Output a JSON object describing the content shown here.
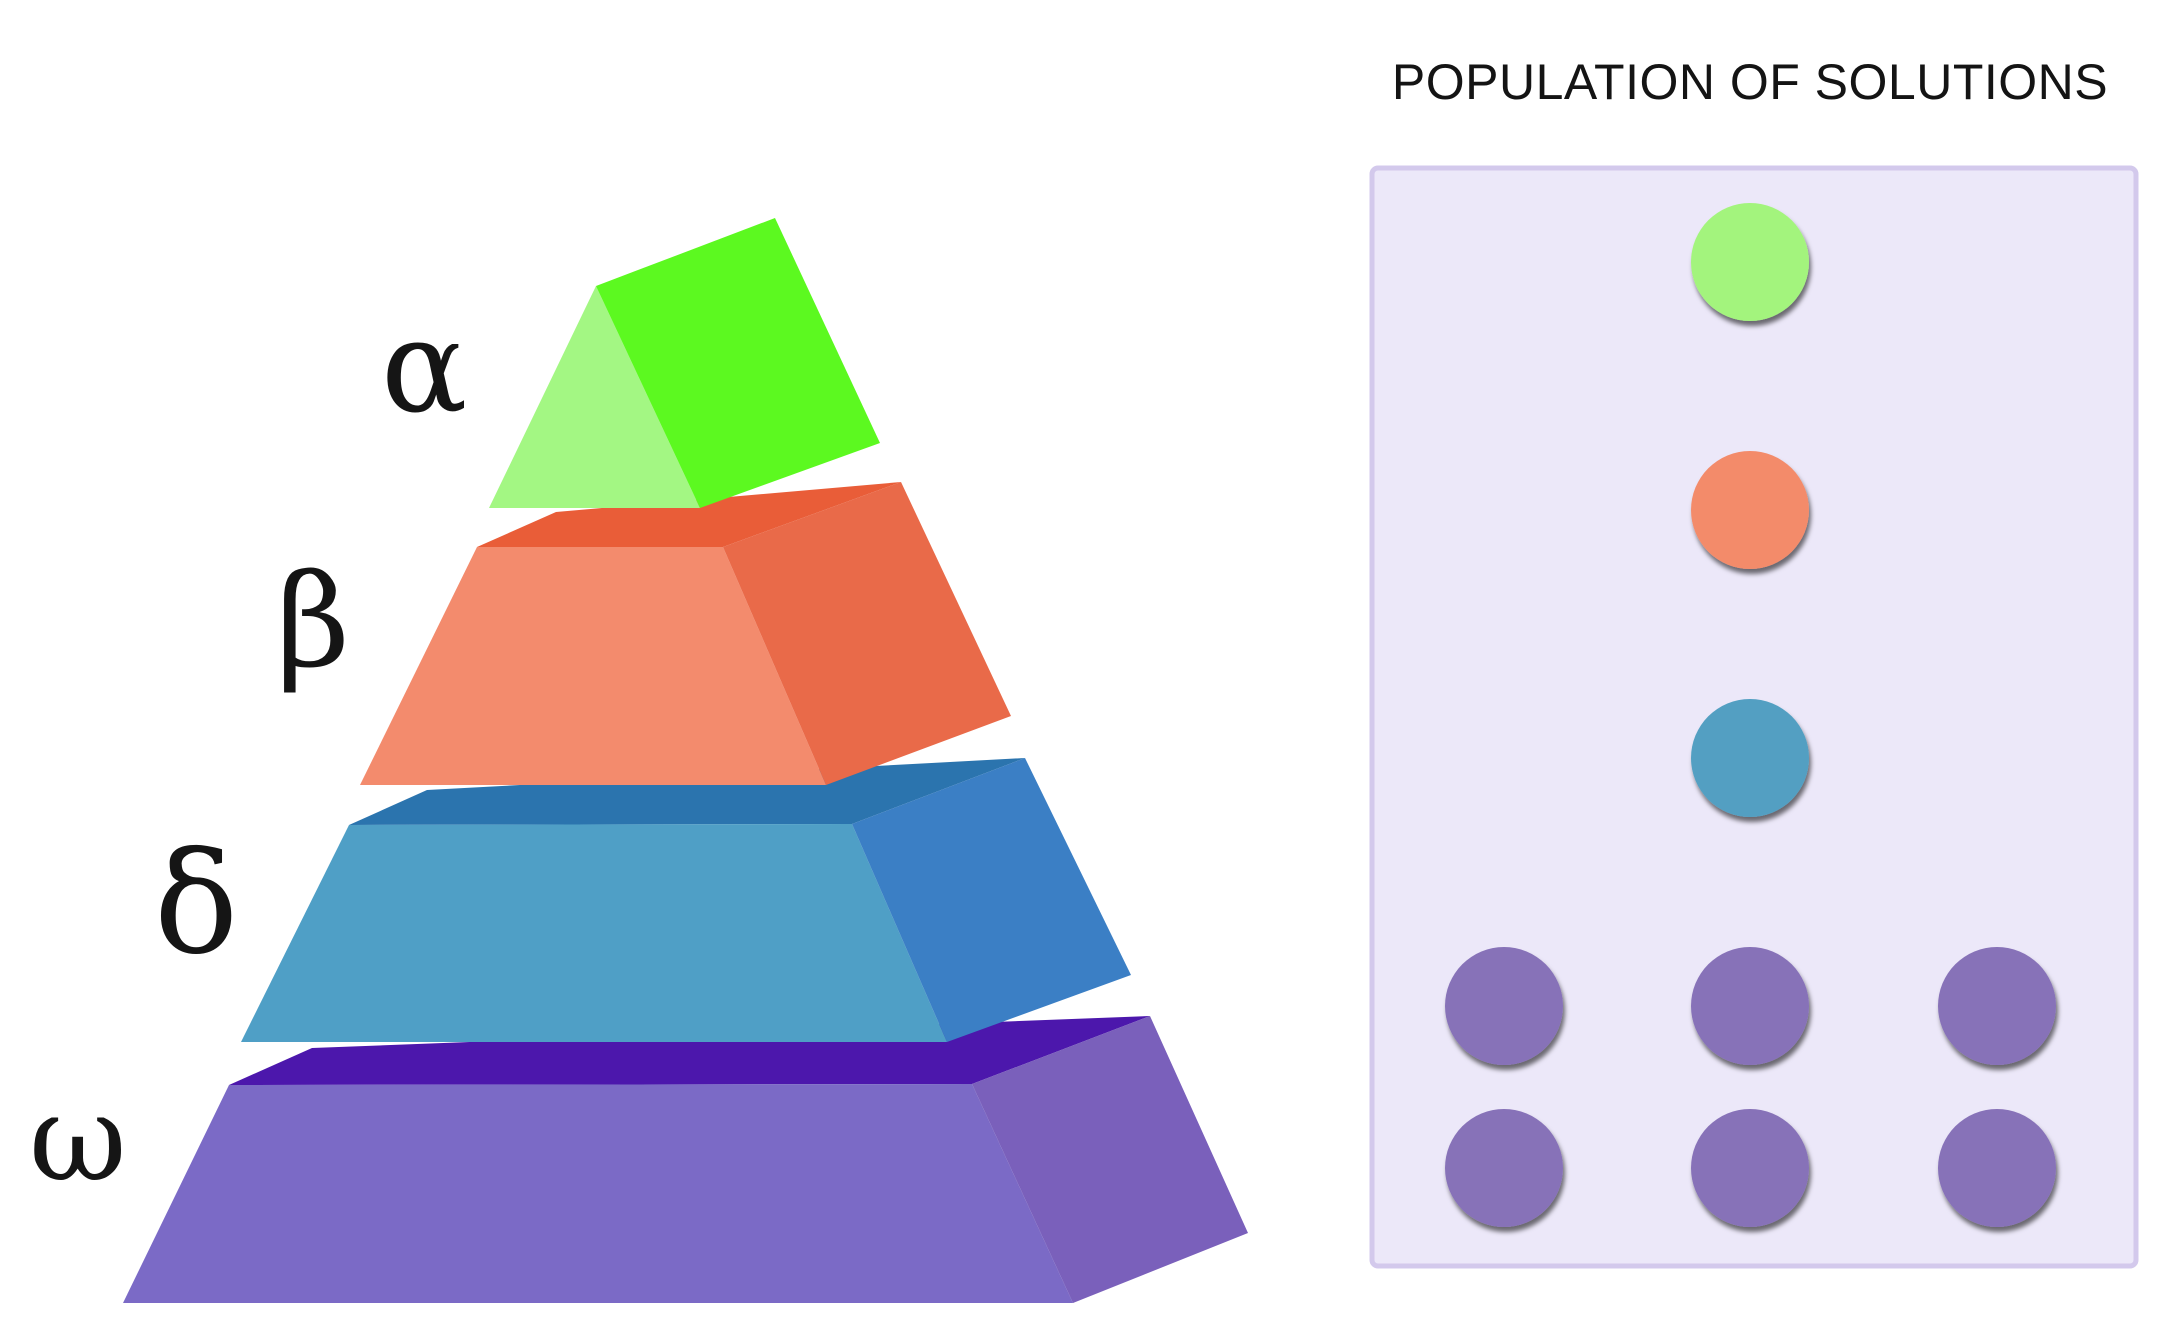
{
  "pyramid": {
    "tiers": [
      {
        "id": "alpha",
        "label": "α",
        "colors": {
          "front": "#a3f783",
          "side": "#5cf920"
        }
      },
      {
        "id": "beta",
        "label": "β",
        "colors": {
          "front": "#f38b6d",
          "side": "#e96a49",
          "top": "#e95d38"
        }
      },
      {
        "id": "delta",
        "label": "δ",
        "colors": {
          "front": "#4f9fc6",
          "side": "#3b7fc5",
          "top": "#2b74ae"
        }
      },
      {
        "id": "omega",
        "label": "ω",
        "colors": {
          "front": "#7b6ac6",
          "side": "#7a60bb",
          "top": "#4c17ac"
        }
      }
    ]
  },
  "population": {
    "title": "POPULATION OF SOLUTIONS",
    "panel_fill": "#ece8f9",
    "panel_border": "#d3c9ec",
    "solutions": [
      {
        "tier": "alpha",
        "color": "#a3f47d"
      },
      {
        "tier": "beta",
        "color": "#f38b6b"
      },
      {
        "tier": "delta",
        "color": "#529fc2"
      },
      {
        "tier": "omega",
        "color": "#8772b8"
      },
      {
        "tier": "omega",
        "color": "#8772b8"
      },
      {
        "tier": "omega",
        "color": "#8772b8"
      },
      {
        "tier": "omega",
        "color": "#8772b8"
      },
      {
        "tier": "omega",
        "color": "#8772b8"
      },
      {
        "tier": "omega",
        "color": "#8772b8"
      }
    ]
  }
}
